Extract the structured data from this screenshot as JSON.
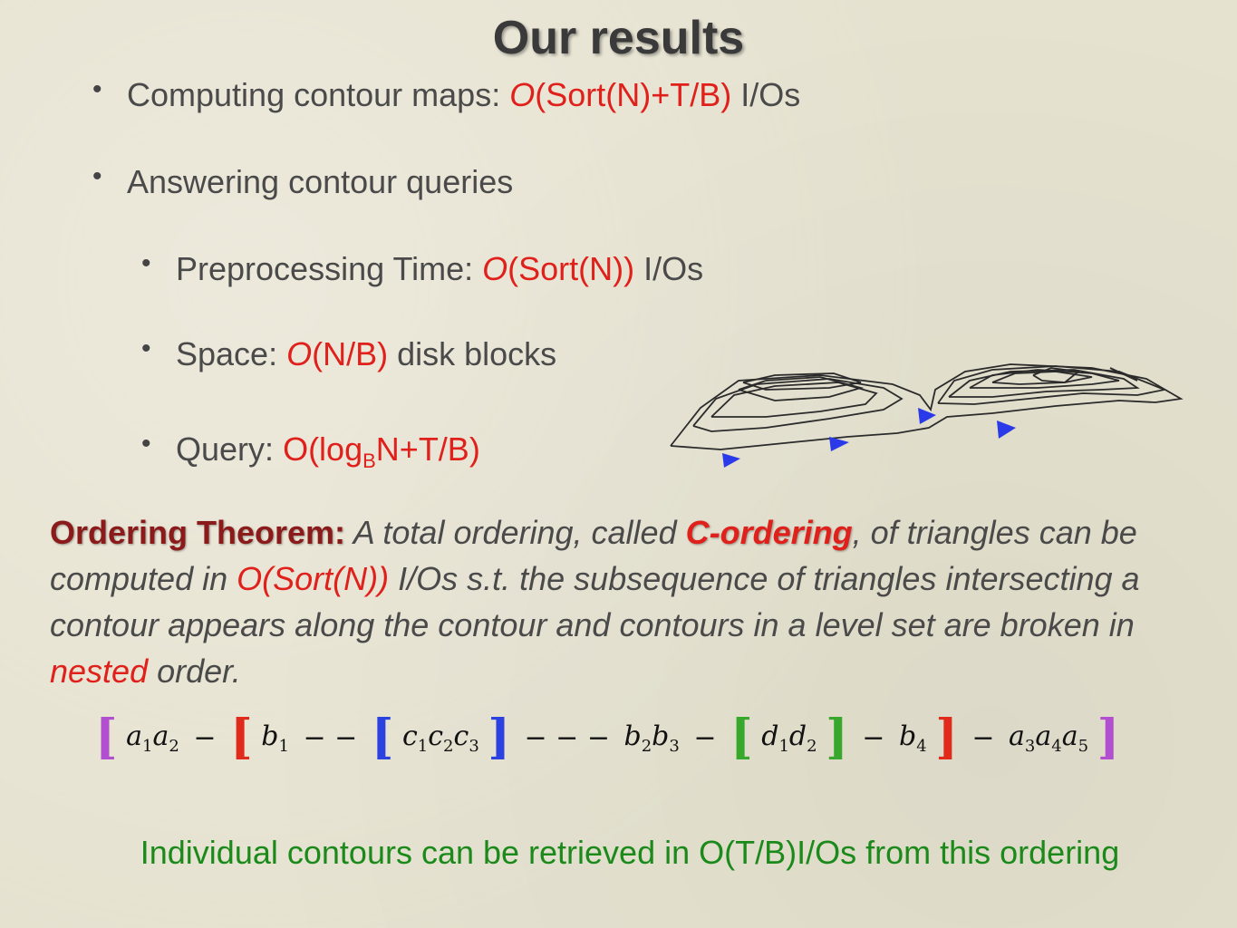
{
  "title": "Our results",
  "bullets": {
    "b1": {
      "text": "Computing contour maps: ",
      "o": "O",
      "rest": "(Sort(N)+T/B)",
      "tail": " I/Os"
    },
    "b2": {
      "text": "Answering contour queries"
    },
    "b3": {
      "text": "Preprocessing Time: ",
      "o": "O",
      "rest": "(Sort(N))",
      "tail": " I/Os"
    },
    "b4": {
      "text": "Space: ",
      "o": "O",
      "rest": "(N/B)",
      "tail": " disk blocks"
    },
    "b5": {
      "text": "Query",
      "colon": ":",
      "pre": " O(log",
      "sub": "B",
      "post": "N+T/B)"
    }
  },
  "theorem": {
    "label": "Ordering Theorem:",
    "t1": " A total ordering, called ",
    "cord": "C-ordering",
    "t2": ", of triangles can be computed in ",
    "red1": "O(Sort(N))",
    "t3": " I/Os s.t. the subsequence of triangles intersecting a contour appears along the contour and contours in a level set are broken in ",
    "red2": "nested",
    "t4": " order."
  },
  "sequence": {
    "open": "[",
    "close": "]",
    "a1": "a",
    "a2": "a",
    "b1": "b",
    "c1": "c",
    "c2": "c",
    "c3": "c",
    "b2": "b",
    "b3": "b",
    "d1": "d",
    "d2": "d",
    "b4": "b",
    "a3": "a",
    "a4": "a",
    "a5": "a",
    "s1": "1",
    "s2": "2",
    "s3": "3",
    "s4": "4",
    "s5": "5",
    "dash1": "−",
    "dash2": "− −",
    "dash3": "− − −",
    "dash4": "−",
    "dash5": "−"
  },
  "footer": "Individual contours can be retrieved in O(T/B)I/Os from this ordering",
  "colors": {
    "red": "#e0201b",
    "green": "#1b8a1b",
    "purple": "#b24ed0",
    "blue": "#2c42e0",
    "arrow": "#2a3ae8"
  }
}
